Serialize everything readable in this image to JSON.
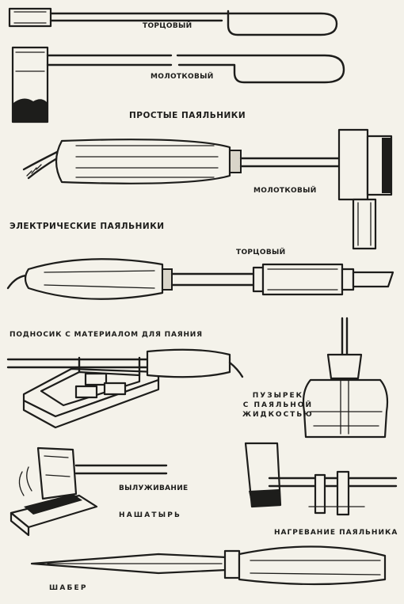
{
  "labels": {
    "torts_simple": "ТОРЦОВЫЙ",
    "molot_simple": "МОЛОТКОВЫЙ",
    "simple_heading": "ПРОСТЫЕ ПАЯЛЬНИКИ",
    "molot_electric": "МОЛОТКОВЫЙ",
    "electric_heading": "ЭЛЕКТРИЧЕСКИЕ ПАЯЛЬНИКИ",
    "torts_electric": "ТОРЦОВЫЙ",
    "stand_heading": "ПОДНОСИК С МАТЕРИАЛОМ ДЛЯ ПАЯНИЯ",
    "bottle_line1": "ПУЗЫРЕК",
    "bottle_line2": "С ПАЯЛЬНОЙ",
    "bottle_line3": "ЖИДКОСТЬЮ",
    "tinning": "ВЫЛУЖИВАНИЕ",
    "ammonia": "НАШАТЫРЬ",
    "heating": "НАГРЕВАНИЕ  ПАЯЛЬНИКА",
    "scraper": "ШАБЕР"
  }
}
